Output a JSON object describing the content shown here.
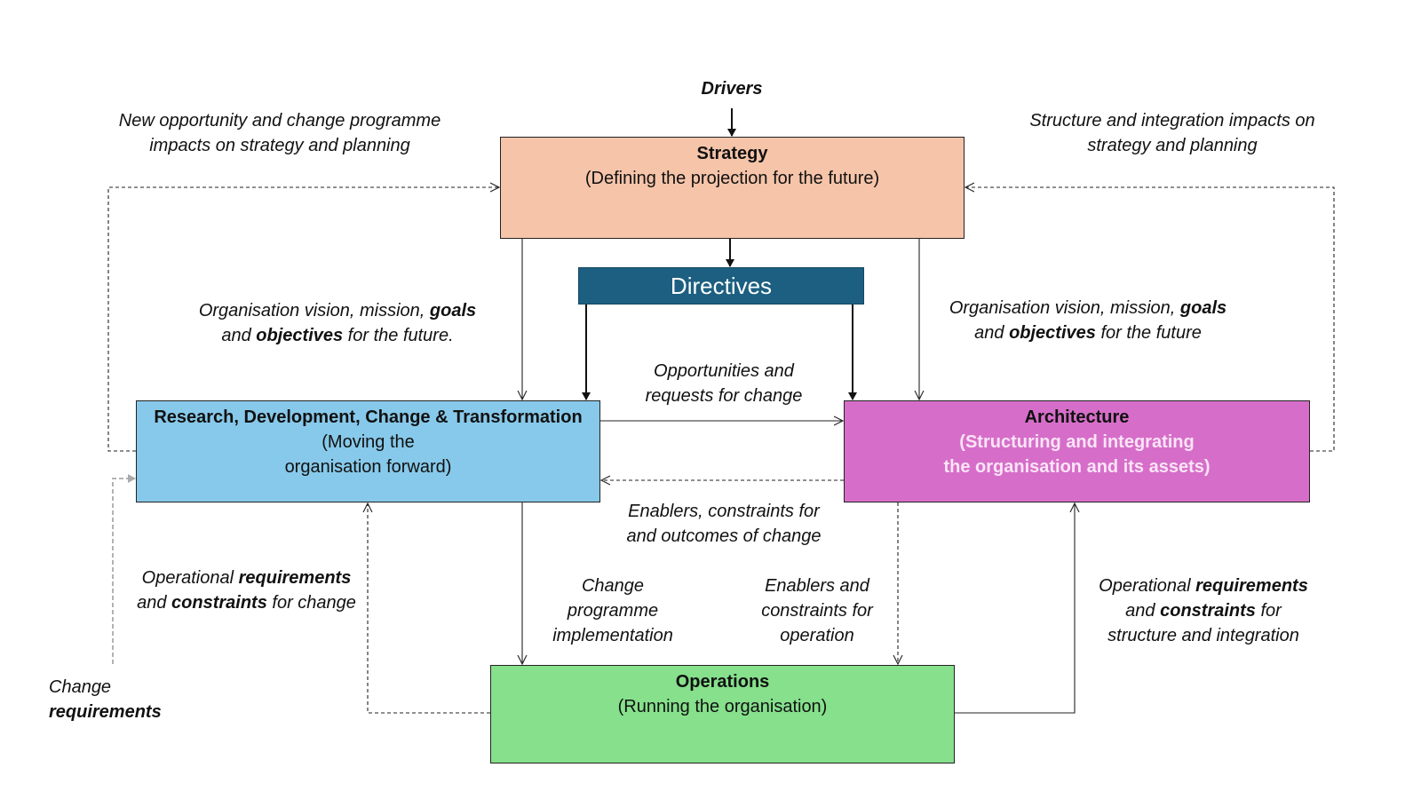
{
  "boxes": {
    "strategy": {
      "title": "Strategy",
      "sub1": "(Defining the  projection for the future)",
      "color": "#f5c4a9"
    },
    "directives": {
      "title": "Directives",
      "color": "#1c5f80"
    },
    "rdct": {
      "title": "Research, Development, Change & Transformation",
      "sub1": "(Moving the",
      "sub2": "organisation forward)",
      "color": "#87c9ea"
    },
    "architecture": {
      "title": "Architecture",
      "sub1": "(Structuring and integrating",
      "sub2": "the organisation and its assets)",
      "color": "#d66ec9"
    },
    "operations": {
      "title": "Operations",
      "sub1": "(Running the organisation)",
      "color": "#86e08c"
    }
  },
  "labels": {
    "drivers": "Drivers",
    "new_opportunity": {
      "l1": "New opportunity and change programme",
      "l2": "impacts on strategy and planning"
    },
    "structure_integration": {
      "l1": "Structure and integration  impacts on",
      "l2": "strategy and planning"
    },
    "vision_left": {
      "p1": "Organisation vision, mission, ",
      "b1": "goals",
      "p2": "and ",
      "b2": "objectives",
      "p3": " for the future."
    },
    "vision_right": {
      "p1": "Organisation vision, mission, ",
      "b1": "goals",
      "p2": "and ",
      "b2": "objectives",
      "p3": " for the future"
    },
    "opportunities": {
      "l1": "Opportunities and",
      "l2": "requests for change"
    },
    "enablers_change": {
      "l1": "Enablers, constraints for",
      "l2": "and outcomes of change"
    },
    "ops_req_change": {
      "p1": "Operational ",
      "b1": "requirements",
      "p2": "and ",
      "b2": "constraints",
      "p3": " for change"
    },
    "change_programme": {
      "l1": "Change",
      "l2": "programme",
      "l3": "implementation"
    },
    "enablers_operation": {
      "l1": "Enablers and",
      "l2": "constraints for",
      "l3": "operation"
    },
    "ops_req_structure": {
      "p1": "Operational ",
      "b1": "requirements",
      "p2": "and ",
      "b2": "constraints",
      "p3": " for",
      "l3": "structure and integration"
    },
    "change_requirements": {
      "l1": "Change",
      "b1": "requirements"
    }
  }
}
